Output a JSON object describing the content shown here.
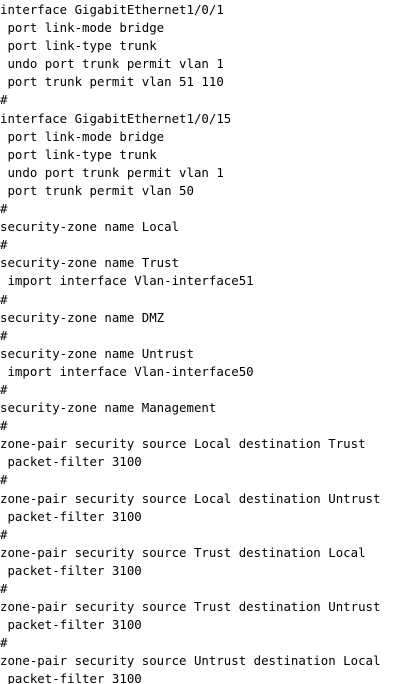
{
  "config_lines": [
    "interface GigabitEthernet1/0/1",
    " port link-mode bridge",
    " port link-type trunk",
    " undo port trunk permit vlan 1",
    " port trunk permit vlan 51 110",
    "#",
    "interface GigabitEthernet1/0/15",
    " port link-mode bridge",
    " port link-type trunk",
    " undo port trunk permit vlan 1",
    " port trunk permit vlan 50",
    "#",
    "security-zone name Local",
    "#",
    "security-zone name Trust",
    " import interface Vlan-interface51",
    "#",
    "security-zone name DMZ",
    "#",
    "security-zone name Untrust",
    " import interface Vlan-interface50",
    "#",
    "security-zone name Management",
    "#",
    "zone-pair security source Local destination Trust",
    " packet-filter 3100",
    "#",
    "zone-pair security source Local destination Untrust",
    " packet-filter 3100",
    "#",
    "zone-pair security source Trust destination Local",
    " packet-filter 3100",
    "#",
    "zone-pair security source Trust destination Untrust",
    " packet-filter 3100",
    "#",
    "zone-pair security source Untrust destination Local",
    " packet-filter 3100"
  ]
}
